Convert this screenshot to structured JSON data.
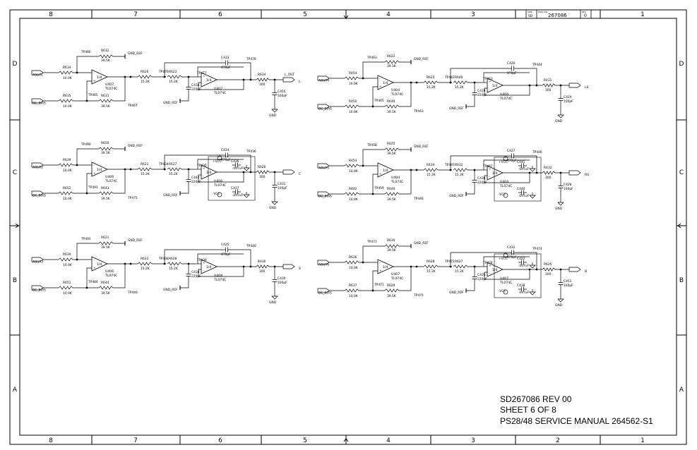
{
  "frame": {
    "columns": [
      "8",
      "7",
      "6",
      "5",
      "4",
      "3",
      "2",
      "1"
    ],
    "rows": [
      "D",
      "C",
      "B",
      "A"
    ]
  },
  "title_block": {
    "size_label": "SIZE",
    "size_value": "SD",
    "dwg_label": "DWG NO.",
    "dwg_value": "267086",
    "rev_label": "REV",
    "rev_value": "0"
  },
  "notes": {
    "line1": "SD267086 REV 00",
    "line2": "SHEET 6 OF 8",
    "line3": "PS28/48 SERVICE MANUAL 264562-S1"
  },
  "channels": [
    {
      "in_label": "AOUT1",
      "bias_label": "DC_BIAS",
      "out_label": "L",
      "r_in": "R634",
      "r_in_val": "10.0K",
      "r_bias": "R635",
      "r_bias_val": "10.0K",
      "r_top": "R632",
      "r_top_val": "39.5K",
      "r_fb": "R631",
      "r_fb_val": "39.5K",
      "gnd_ref": "GND_REF",
      "tp_a": "TP466",
      "tp_b": "TP465",
      "tp_c": "TP467",
      "u1": "U407",
      "u1_part": "TL074C",
      "u1_frac": "1/4",
      "r_mid": "R626",
      "r_mid_val": "15.2K",
      "tp_d": "TP476",
      "tp_e": "TP477",
      "tp_f": "TP478",
      "r_filt": "R622",
      "r_filt_val": "15.2K",
      "c_shunt": "C434",
      "c_shunt_val": "220pF",
      "gnd_ref2": "GND_REF",
      "c_fb": "C433",
      "c_fb_val": "470pF",
      "u2": "U407",
      "u2_part": "TL074C",
      "u2_frac": "1/4",
      "r_out": "R624",
      "r_out_val": "300",
      "c_out": "C450",
      "c_out_val": "100pF",
      "net_label": "L_OUT",
      "gnd": "GND"
    },
    {
      "in_label": "AOUT2",
      "bias_label": "DC_BIAS",
      "out_label": "C",
      "r_in": "R639",
      "r_in_val": "10.0K",
      "r_bias": "R652",
      "r_bias_val": "10.0K",
      "r_top": "R650",
      "r_top_val": "39.5K",
      "r_fb": "R643",
      "r_fb_val": "39.5K",
      "gnd_ref": "GND_REF",
      "tp_a": "TP490",
      "tp_b": "TP493",
      "tp_c": "TP475",
      "u1": "U406",
      "u1_part": "TL074C",
      "u1_frac": "1/4",
      "r_mid": "R621",
      "r_mid_val": "15.2K",
      "tp_d": "TP434",
      "tp_e": "TP435",
      "tp_f": "TP436",
      "r_filt": "R627",
      "r_filt_val": "15.2K",
      "c_shunt": "C442",
      "c_shunt_val": "220pF",
      "gnd_ref2": "GND_REF",
      "c_fb": "C424",
      "c_fb_val": "470pF",
      "u2": "U406",
      "u2_part": "TL074C",
      "u2_frac": "1/4",
      "r_out": "R626",
      "r_out_val": "300",
      "c_out": "C431",
      "c_out_val": "100pF",
      "vcc": "+VCC",
      "vee": "-VCC",
      "c_dec1": "C436",
      "c_dec2": "C437",
      "c_dec_val": ".047uF",
      "gnd": "GND"
    },
    {
      "in_label": "AOUT3",
      "bias_label": "DC_BIAS",
      "out_label": "S",
      "r_in": "R639",
      "r_in_val": "10.0K",
      "r_bias": "R651",
      "r_bias_val": "10.0K",
      "r_top": "R621",
      "r_top_val": "39.5K",
      "r_fb": "R644",
      "r_fb_val": "39.5K",
      "gnd_ref": "GND_REF",
      "tp_a": "TP491",
      "tp_b": "TP484",
      "tp_c": "TP440",
      "u1": "U406",
      "u1_part": "TL074C",
      "u1_frac": "1/4",
      "r_mid": "R622",
      "r_mid_val": "15.2K",
      "tp_d": "TP438",
      "tp_e": "TP439",
      "tp_f": "TP440",
      "r_filt": "R628",
      "r_filt_val": "15.2K",
      "c_shunt": "C416",
      "c_shunt_val": "220pF",
      "gnd_ref2": "GND_REF",
      "c_fb": "C425",
      "c_fb_val": "470pF",
      "u2": "U408",
      "u2_part": "TL074C",
      "u2_frac": "1/4",
      "r_out": "R430",
      "r_out_val": "300",
      "c_out": "C430",
      "c_out_val": "100pF",
      "gnd": "GND"
    },
    {
      "in_label": "AOUT4",
      "bias_label": "DC_BIAS",
      "out_label": "LS",
      "r_in": "R454",
      "r_in_val": "10.0K",
      "r_bias": "R450",
      "r_bias_val": "10.0K",
      "r_top": "R622",
      "r_top_val": "39.5K",
      "r_fb": "R646",
      "r_fb_val": "39.5K",
      "gnd_ref": "GND_REF",
      "tp_a": "TP463",
      "tp_b": "TP465",
      "tp_c": "TP443",
      "u1": "U404",
      "u1_part": "TL074C",
      "u1_frac": "1/4",
      "r_mid": "R625",
      "r_mid_val": "15.2K",
      "tp_d": "TP442",
      "tp_e": "TP443",
      "tp_f": "TP444",
      "r_filt": "R640",
      "r_filt_val": "15.2K",
      "c_shunt": "C419",
      "c_shunt_val": "220pF",
      "gnd_ref2": "GND_REF",
      "c_fb": "C426",
      "c_fb_val": "470pF",
      "u2": "U404",
      "u2_part": "TL074C",
      "u2_frac": "1/4",
      "r_out": "R431",
      "r_out_val": "300",
      "c_out": "C429",
      "c_out_val": "100pF",
      "gnd": "GND"
    },
    {
      "in_label": "AOUT5",
      "bias_label": "DC_BIAS",
      "out_label": "RS",
      "r_in": "R453",
      "r_in_val": "10.0K",
      "r_bias": "R442",
      "r_bias_val": "10.0K",
      "r_top": "R625",
      "r_top_val": "39.5K",
      "r_fb": "R640",
      "r_fb_val": "39.5K",
      "gnd_ref": "GND_REF",
      "tp_a": "TP458",
      "tp_b": "TP459",
      "tp_c": "TP446",
      "u1": "U404",
      "u1_part": "TL074C",
      "u1_frac": "1/4",
      "r_mid": "R424",
      "r_mid_val": "15.2K",
      "tp_d": "TP445",
      "tp_e": "TP447",
      "tp_f": "TP446",
      "r_filt": "R632",
      "r_filt_val": "15.2K",
      "c_shunt": "C430",
      "c_shunt_val": "220pF",
      "gnd_ref2": "GND_REF",
      "c_fb": "C427",
      "c_fb_val": "470pF",
      "u2": "U404",
      "u2_part": "TL074C",
      "u2_frac": "1/4",
      "r_out": "R432",
      "r_out_val": "300",
      "c_out": "C428",
      "c_out_val": "100pF",
      "vcc": "+VCC",
      "vee": "-VCC",
      "c_dec1": "C441",
      "c_dec2": "C440",
      "c_dec_val": ".047uF",
      "gnd": "GND"
    },
    {
      "in_label": "AOUT6",
      "bias_label": "DC_BIAS",
      "out_label": "B",
      "r_in": "R636",
      "r_in_val": "10.0K",
      "r_bias": "R637",
      "r_bias_val": "10.0K",
      "r_top": "R630",
      "r_top_val": "39.5K",
      "r_fb": "R629",
      "r_fb_val": "39.5K",
      "gnd_ref": "GND_REF",
      "tp_a": "TP473",
      "tp_b": "TP471",
      "tp_c": "TP475",
      "u1": "U407",
      "u1_part": "TL074C",
      "u1_frac": "1/4",
      "r_mid": "R628",
      "r_mid_val": "15.2K",
      "tp_d": "TP472",
      "tp_e": "TP478",
      "tp_f": "TP474",
      "r_filt": "R627",
      "r_filt_val": "15.2K",
      "c_shunt": "C435",
      "c_shunt_val": "220pF",
      "gnd_ref2": "GND_REF",
      "c_fb": "C432",
      "c_fb_val": "470pF",
      "u2": "U407",
      "u2_part": "TL074C",
      "u2_frac": "1/4",
      "r_out": "R625",
      "r_out_val": "300",
      "c_out": "C451",
      "c_out_val": "100pF",
      "vcc": "+VCC",
      "vee": "-VCC",
      "c_dec1": "C422",
      "c_dec2": "C438",
      "c_dec_val": ".047uF",
      "gnd": "GND"
    }
  ]
}
